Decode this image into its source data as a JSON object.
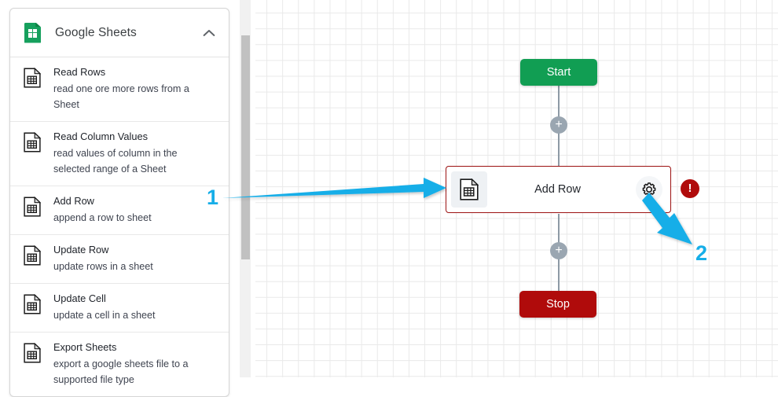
{
  "sidebar": {
    "header": {
      "title": "Google Sheets",
      "app_icon": "google-sheets-icon",
      "collapse_icon": "chevron-up-icon"
    },
    "items": [
      {
        "icon": "sheet-document-icon",
        "title": "Read Rows",
        "desc": "read one ore more rows from a Sheet"
      },
      {
        "icon": "sheet-document-icon",
        "title": "Read Column Values",
        "desc": "read values of column in the selected range of a Sheet"
      },
      {
        "icon": "sheet-document-icon",
        "title": "Add Row",
        "desc": "append a row to sheet"
      },
      {
        "icon": "sheet-document-icon",
        "title": "Update Row",
        "desc": "update rows in a sheet"
      },
      {
        "icon": "sheet-document-icon",
        "title": "Update Cell",
        "desc": "update a cell in a sheet"
      },
      {
        "icon": "sheet-document-icon",
        "title": "Export Sheets",
        "desc": "export a google sheets file to a supported file type"
      }
    ]
  },
  "canvas": {
    "start_node": {
      "label": "Start",
      "color": "#119e53"
    },
    "stop_node": {
      "label": "Stop",
      "color": "#b00b0b"
    },
    "action_node": {
      "label": "Add Row",
      "border_color": "#9c1212",
      "icon": "sheet-document-icon",
      "settings_icon": "gear-icon"
    },
    "error_badge": {
      "symbol": "!",
      "color": "#b00b0b"
    },
    "add_step_top": {
      "symbol": "+"
    },
    "add_step_bottom": {
      "symbol": "+"
    }
  },
  "annotations": {
    "accent_color": "#16aee8",
    "markers": [
      {
        "number": "1",
        "points_to": "action-node"
      },
      {
        "number": "2",
        "points_to": "node-gear-icon"
      }
    ]
  }
}
